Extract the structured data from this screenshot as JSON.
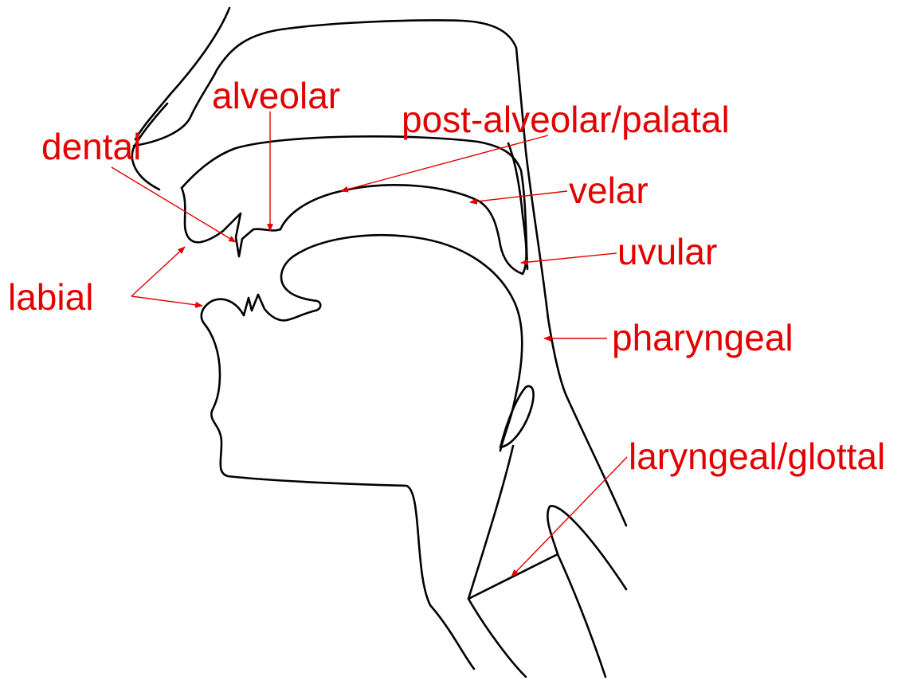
{
  "diagram": {
    "accent_color": "#e30000",
    "outline_color": "#000000",
    "labels": {
      "alveolar": "alveolar",
      "post_alveolar_palatal": "post-alveolar/palatal",
      "dental": "dental",
      "velar": "velar",
      "uvular": "uvular",
      "labial": "labial",
      "pharyngeal": "pharyngeal",
      "laryngeal_glottal": "laryngeal/glottal"
    }
  }
}
